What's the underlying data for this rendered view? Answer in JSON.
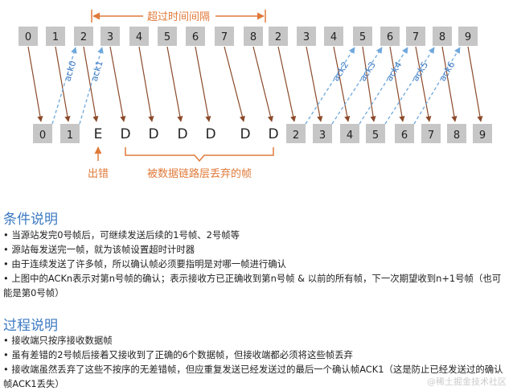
{
  "diagram": {
    "sender_frames": [
      "0",
      "1",
      "2",
      "3",
      "4",
      "5",
      "6",
      "7",
      "8",
      "2",
      "3",
      "4",
      "5",
      "6",
      "7",
      "8",
      "9"
    ],
    "receiver_frames": [
      "0",
      "1",
      "E",
      "D",
      "D",
      "D",
      "D",
      "D",
      "D",
      "2",
      "3",
      "4",
      "5",
      "6",
      "7",
      "8",
      "9"
    ],
    "ack_labels": [
      "ack0",
      "ack1",
      "ack2",
      "ack3",
      "ack4",
      "ack5",
      "ack6"
    ],
    "timeout_label": "超过时间间隔",
    "error_label": "出错",
    "discard_label": "被数据链路层丢弃的帧",
    "colors": {
      "accent": "#e07a3a",
      "arrow": "#8b4a2b",
      "ack": "#6fa8dc",
      "box": "#c6c6c6"
    }
  },
  "conditions": {
    "title": "条件说明",
    "items": [
      "当源站发完0号帧后，可继续发送后续的1号帧、2号帧等",
      "源站每发送完一帧，就为该帧设置超时计时器",
      "由于连续发送了许多帧，所以确认帧必须要指明是对哪一帧进行确认",
      "上图中的ACKn表示对第n号帧的确认；表示接收方已正确收到第n号帧 & 以前的所有帧，下一次期望收到n+1号帧（也可能是第0号帧）"
    ]
  },
  "process": {
    "title": "过程说明",
    "items": [
      "接收端只按序接收数据帧",
      "虽有差错的2号帧后接着又接收到了正确的6个数据帧，但接收端都必须将这些帧丢弃",
      "接收端虽然丢弃了这些不按序的无差错帧，但应重复发送已经发送过的最后一个确认帧ACK1（这是防止已经发送过的确认帧ACK1丢失）"
    ]
  },
  "watermark": "@稀土掘金技术社区"
}
